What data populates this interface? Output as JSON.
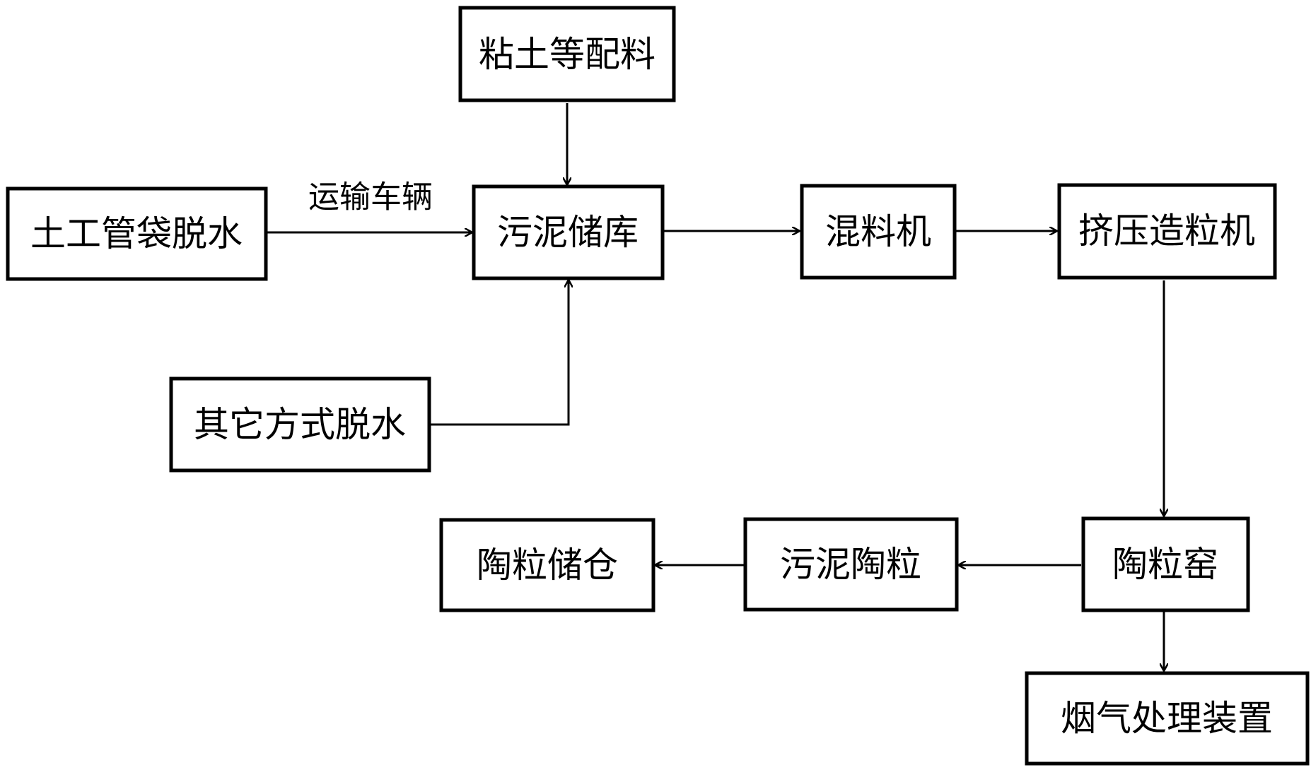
{
  "diagram": {
    "nodes": {
      "clay": "粘土等配料",
      "geotube": "土工管袋脱水",
      "storage": "污泥储库",
      "other": "其它方式脱水",
      "mixer": "混料机",
      "granulator": "挤压造粒机",
      "kiln": "陶粒窑",
      "sludge_ceramsite": "污泥陶粒",
      "silo": "陶粒储仓",
      "flue": "烟气处理装置"
    },
    "labels": {
      "transport": "运输车辆"
    }
  }
}
